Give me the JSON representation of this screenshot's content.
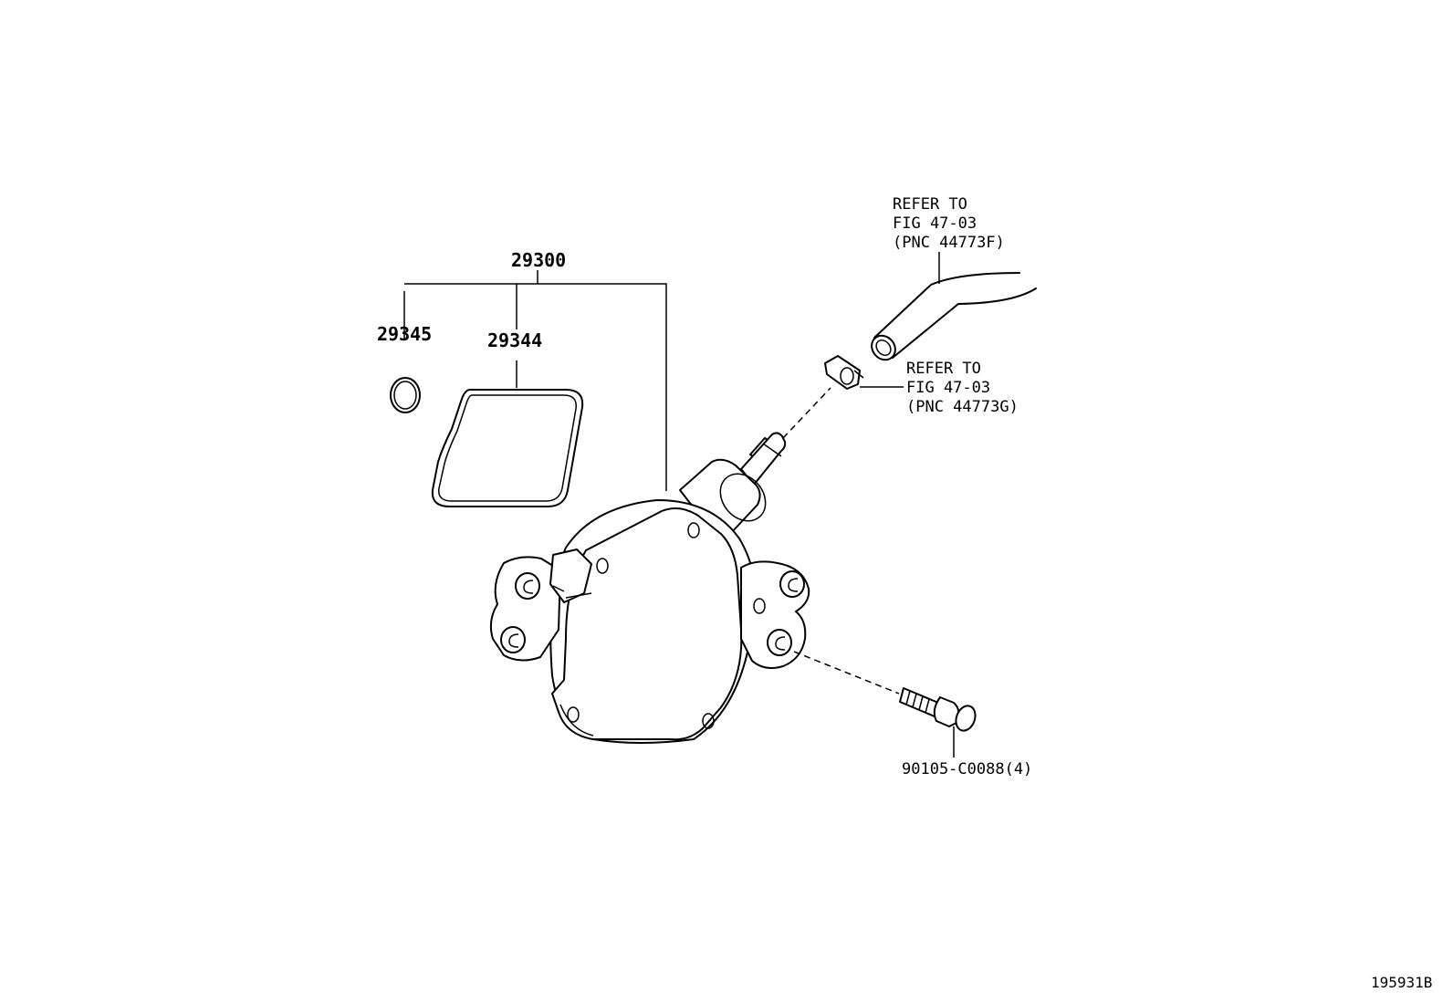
{
  "parts": {
    "assembly": "29300",
    "o_ring": "29345",
    "gasket": "29344",
    "bolt": "90105-C0088(4)"
  },
  "references": {
    "hose": {
      "line1": "REFER TO",
      "line2": "FIG 47-03",
      "line3": "(PNC 44773F)"
    },
    "clamp": {
      "line1": "REFER TO",
      "line2": "FIG 47-03",
      "line3": "(PNC 44773G)"
    }
  },
  "illustration_id": "195931B"
}
